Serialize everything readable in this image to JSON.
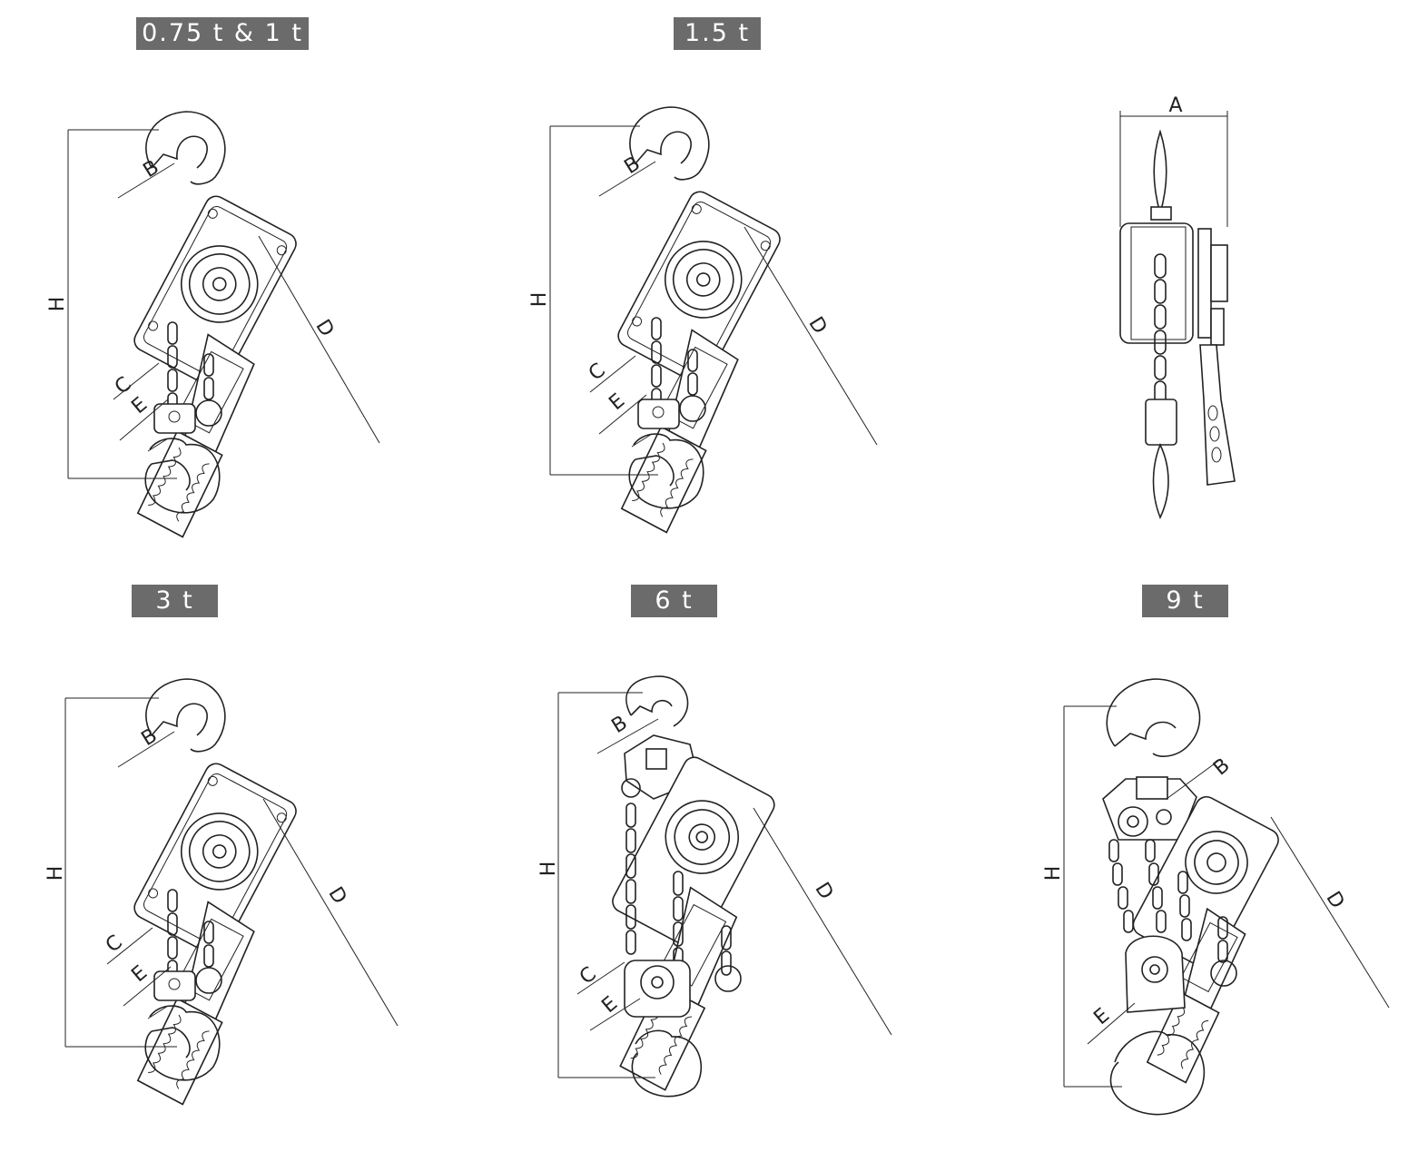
{
  "badges": [
    "0.75 t & 1 t",
    "1.5 t",
    "3 t",
    "6 t",
    "9 t"
  ],
  "dims": {
    "a": "A",
    "b": "B",
    "c": "C",
    "d": "D",
    "e": "E",
    "h": "H"
  },
  "colors": {
    "badge_bg": "#6b6b6b",
    "line": "#222222"
  }
}
